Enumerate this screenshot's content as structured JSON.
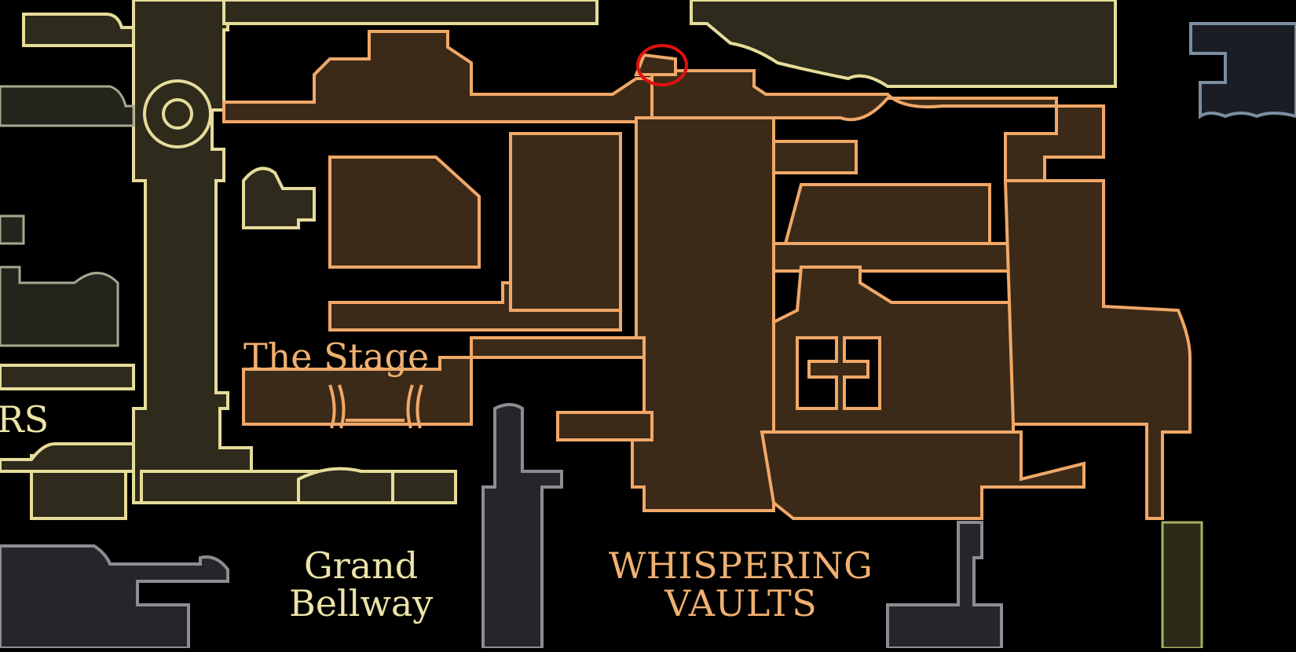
{
  "map": {
    "regions": [
      {
        "id": "the-stage",
        "label": "The Stage",
        "color": "#f0b070"
      },
      {
        "id": "grand-bellway",
        "label": "Grand\nBellway",
        "line1": "Grand",
        "line2": "Bellway",
        "color": "#ece4a8"
      },
      {
        "id": "whispering-vaults",
        "label": "WHISPERING VAULTS",
        "line1": "WHISPERING",
        "line2": "VAULTS",
        "color": "#f0b070"
      },
      {
        "id": "partial-left-region",
        "label": "RS",
        "color": "#ece4a8"
      }
    ],
    "marker": {
      "type": "red-circle",
      "color": "#e01010",
      "description": "highlighted location"
    },
    "colors": {
      "background": "#000000",
      "orange_fill": "#3c2a18",
      "orange_stroke": "#f0a868",
      "olive_fill": "#2e2a1c",
      "olive_stroke": "#e6dc9a",
      "grey_fill": "#26262a",
      "grey_stroke": "#8c8c94",
      "blue_fill": "#1a1e24",
      "blue_stroke": "#7a8ea0"
    }
  }
}
